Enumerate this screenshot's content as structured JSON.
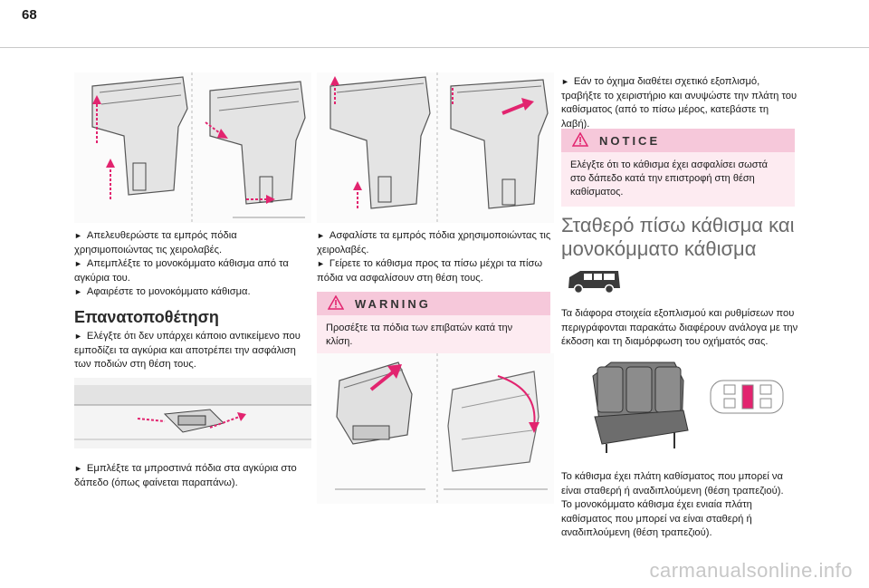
{
  "page_number": "68",
  "col1": {
    "bullets": [
      "Απελευθερώστε τα εμπρός πόδια χρησιμοποιώντας τις χειρολαβές.",
      "Απεμπλέξτε το μονοκόμματο κάθισμα από τα αγκύρια του.",
      "Αφαιρέστε το μονοκόμματο κάθισμα."
    ],
    "heading": "Επανατοποθέτηση",
    "bullets2": [
      "Ελέγξτε ότι δεν υπάρχει κάποιο αντικείμενο που εμποδίζει τα αγκύρια και αποτρέπει την ασφάλιση των ποδιών στη θέση τους."
    ],
    "bullets3": [
      "Εμπλέξτε τα μπροστινά πόδια στα αγκύρια στο δάπεδο (όπως φαίνεται παραπάνω)."
    ]
  },
  "col2": {
    "bullets": [
      "Ασφαλίστε τα εμπρός πόδια χρησιμοποιώντας τις χειρολαβές.",
      "Γείρετε το κάθισμα προς τα πίσω μέχρι τα πίσω πόδια να ασφαλίσουν στη θέση τους."
    ],
    "warning": {
      "title": "WARNING",
      "text": "Προσέξτε τα πόδια των επιβατών κατά την κλίση."
    }
  },
  "col3": {
    "bullets": [
      "Εάν το όχημα διαθέτει σχετικό εξοπλισμό, τραβήξτε το χειριστήριο και ανυψώστε την πλάτη του καθίσματος (από το πίσω μέρος, κατεβάστε τη λαβή)."
    ],
    "notice": {
      "title": "NOTICE",
      "text": "Ελέγξτε ότι το κάθισμα έχει ασφαλίσει σωστά στο δάπεδο κατά την επιστροφή στη θέση καθίσματος."
    },
    "heading": "Σταθερό πίσω κάθισμα και μονοκόμματο κάθισμα",
    "intro": "Τα διάφορα στοιχεία εξοπλισμού και ρυθμίσεων που περιγράφονται παρακάτω διαφέρουν ανάλογα με την έκδοση και τη διαμόρφωση του οχήματός σας.",
    "body": [
      "Το κάθισμα έχει πλάτη καθίσματος που μπορεί να είναι σταθερή ή αναδιπλούμενη (θέση τραπεζιού).",
      "Το μονοκόμματο κάθισμα έχει ενιαία πλάτη καθίσματος που μπορεί να είναι σταθερή ή αναδιπλούμενη (θέση τραπεζιού)."
    ]
  },
  "bullet_glyph": "►",
  "watermark": "carmanualsonline.info",
  "colors": {
    "warning_band": "#f6c8da",
    "warning_bg": "#fdebf1",
    "arrow_pink": "#e2246f"
  }
}
